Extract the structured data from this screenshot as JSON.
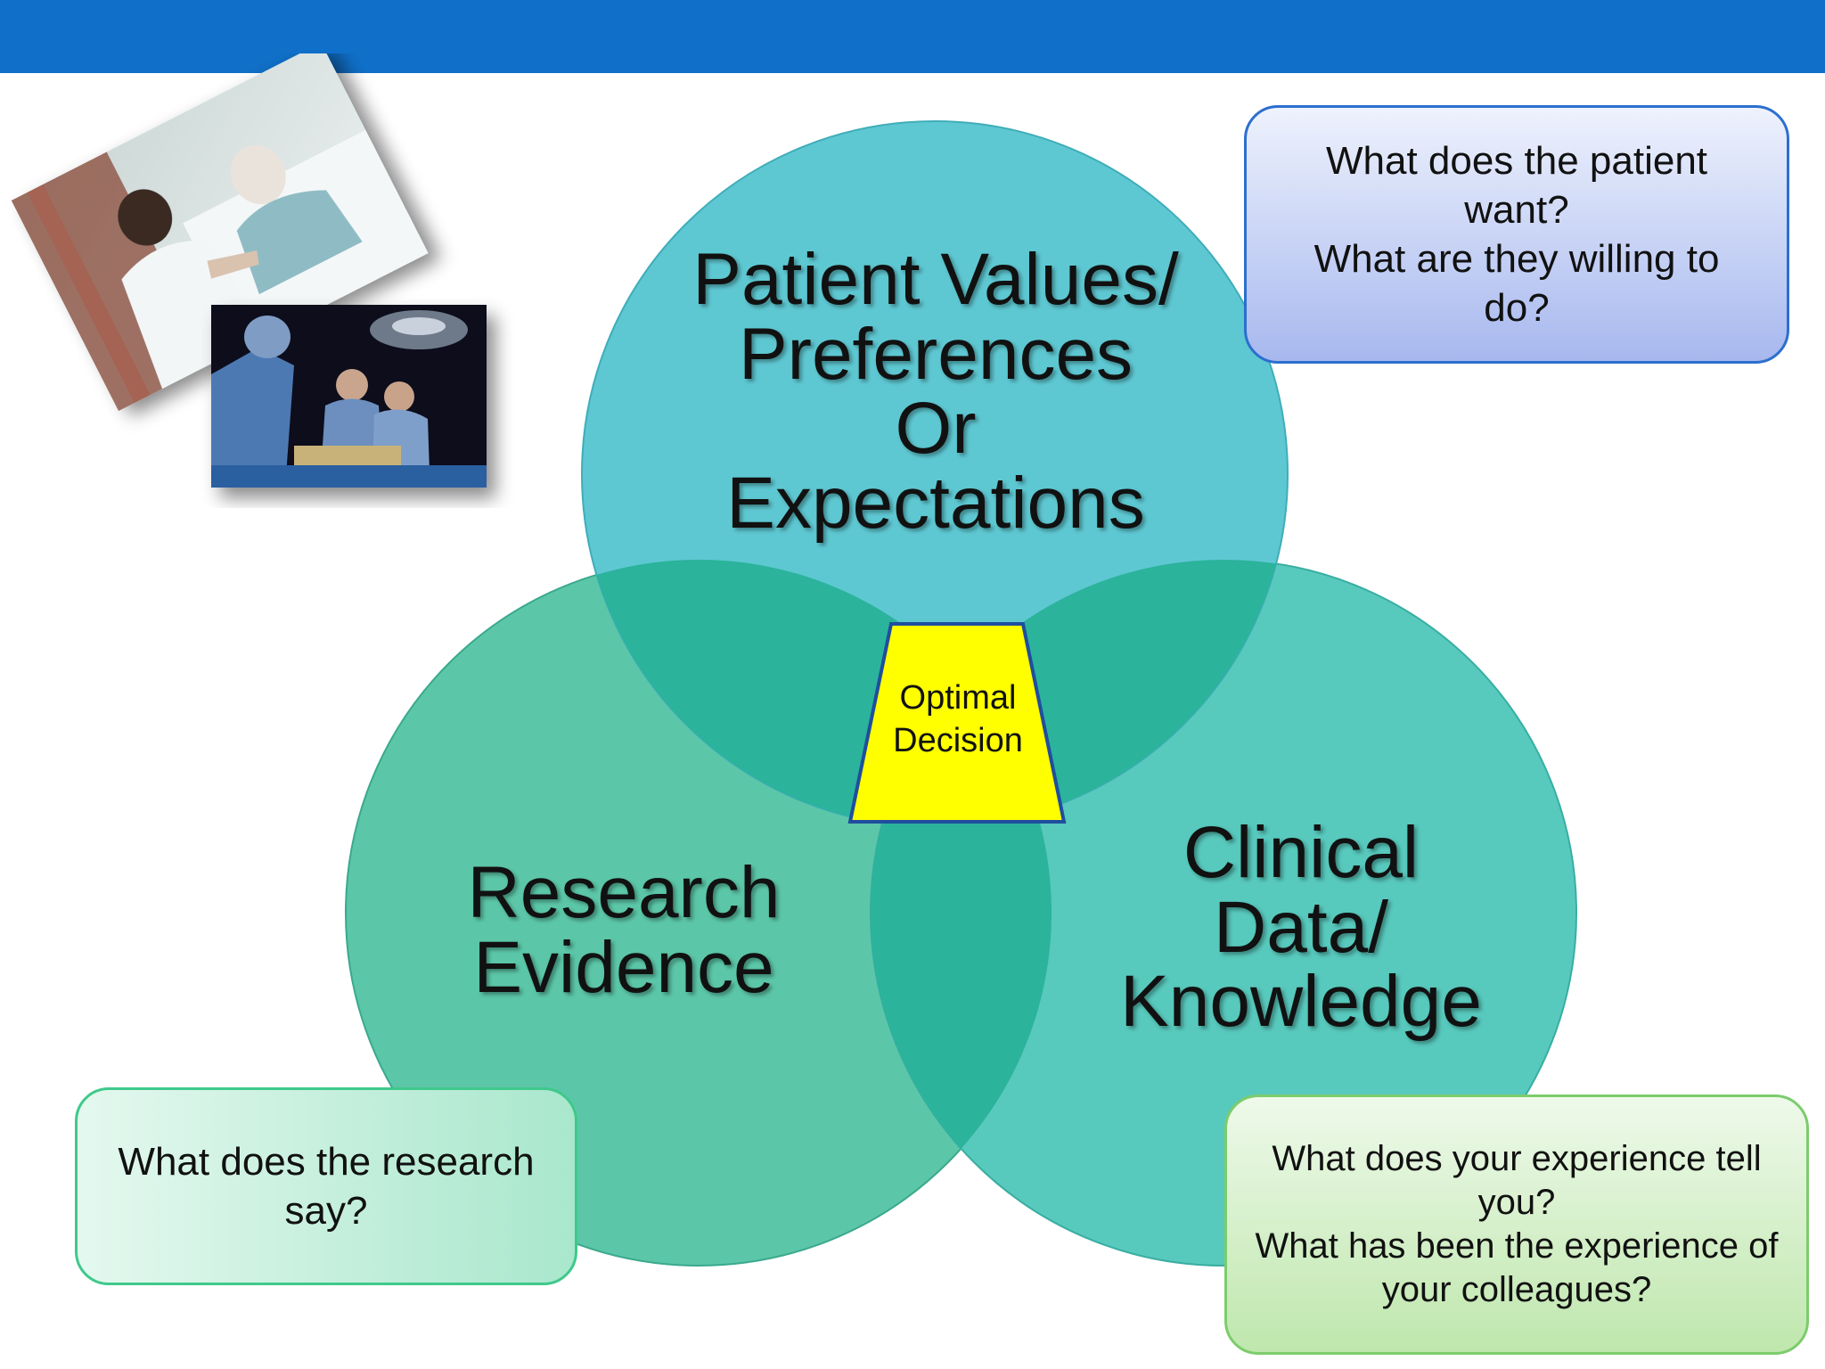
{
  "colors": {
    "top_bar": "#106fc8",
    "circle_top": "#5ec8d2",
    "circle_left": "#5cc7a8",
    "circle_right": "#58c9bd",
    "overlap": "#2bb39c",
    "center_fill": "#ffff00",
    "center_border": "#1f4e9e"
  },
  "circles": {
    "top": {
      "lines": [
        "Patient Values/",
        "Preferences",
        "Or",
        "Expectations"
      ]
    },
    "left": {
      "lines": [
        "Research",
        "Evidence"
      ]
    },
    "right": {
      "lines": [
        "Clinical",
        "Data/",
        "Knowledge"
      ]
    }
  },
  "center": {
    "lines": [
      "Optimal",
      "Decision"
    ]
  },
  "callouts": {
    "patient": {
      "lines": [
        "What does the patient",
        "want?",
        "What are they willing to",
        "do?"
      ]
    },
    "research": {
      "lines": [
        "What does the research",
        "say?"
      ]
    },
    "experience": {
      "lines": [
        "What does your experience tell",
        "you?",
        "What has been the experience of",
        "your colleagues?"
      ]
    }
  },
  "photos": [
    {
      "icon": "doctor-patient-photo"
    },
    {
      "icon": "surgery-photo"
    }
  ]
}
